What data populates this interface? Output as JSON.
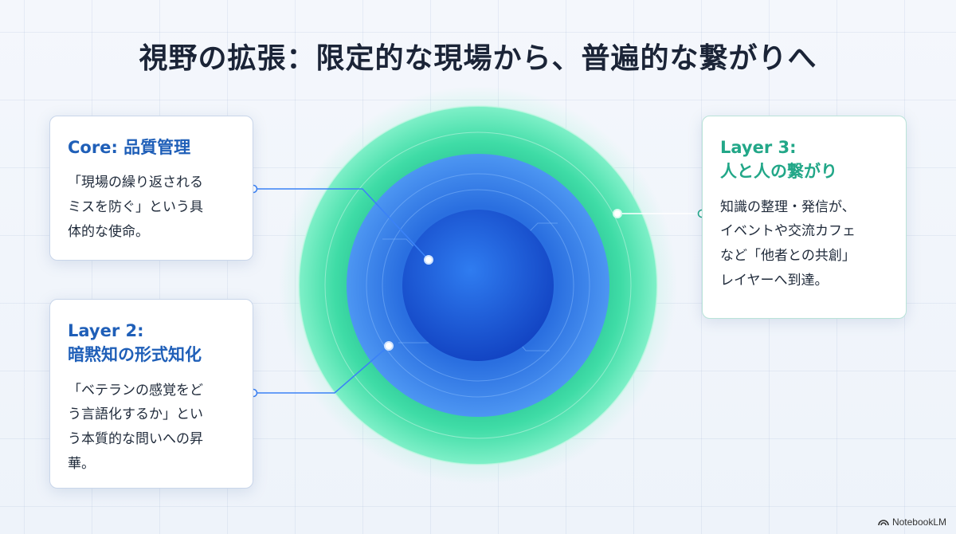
{
  "title": "視野の拡張：限定的な現場から、普遍的な繋がりへ",
  "cards": {
    "core": {
      "title_lines": [
        "Core: 品質管理"
      ],
      "body_lines": [
        "「現場の繰り返される",
        "ミスを防ぐ」という具",
        "体的な使命。"
      ]
    },
    "layer2": {
      "title_lines": [
        "Layer 2:",
        "暗黙知の形式知化"
      ],
      "body_lines": [
        "「ベテランの感覚をど",
        "う言語化するか」とい",
        "う本質的な問いへの昇",
        "華。"
      ]
    },
    "layer3": {
      "title_lines": [
        "Layer 3:",
        "人と人の繋がり"
      ],
      "body_lines": [
        "知識の整理・発信が、",
        "イベントや交流カフェ",
        "など「他者との共創」",
        "レイヤーへ到達。"
      ]
    }
  },
  "brand": {
    "label": "NotebookLM"
  },
  "colors": {
    "core": "#1f5fb8",
    "layer2": "#2f7fe6",
    "layer3": "#2fd39c",
    "accent_blue": "#1f5fb8",
    "accent_teal": "#22a788"
  }
}
